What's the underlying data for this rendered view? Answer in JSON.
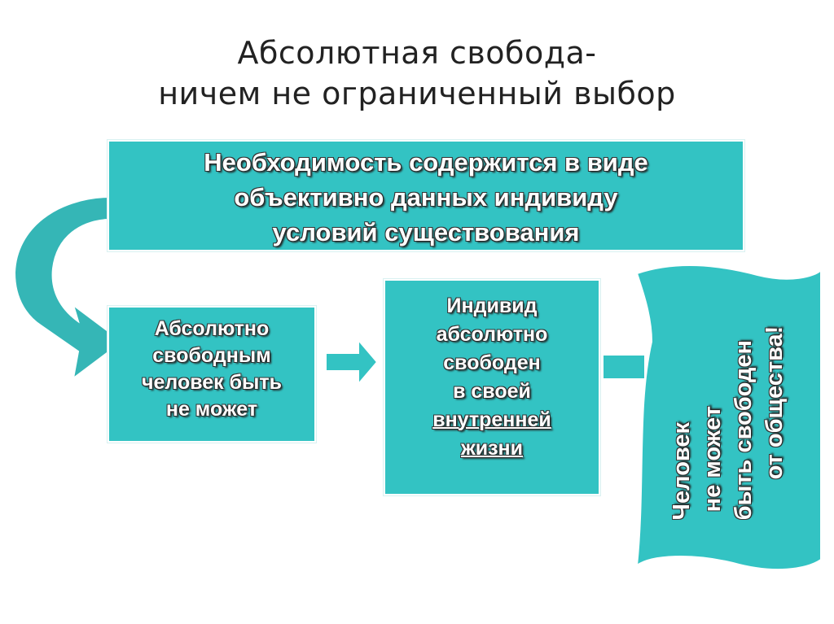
{
  "title": {
    "line1": "Абсолютная свобода-",
    "line2": "ничем не ограниченный выбор"
  },
  "necessity_box": {
    "line1": "Необходимость содержится в виде",
    "line2": "объективно данных индивиду",
    "line3": "условий существования"
  },
  "left_box": {
    "line1": "Абсолютно",
    "line2": "свободным",
    "line3": "человек быть",
    "line4": "не может"
  },
  "middle_box": {
    "line1": "Индивид",
    "line2": "абсолютно",
    "line3": "свободен",
    "line4": "в своей",
    "line5": "внутренней",
    "line6": "жизни"
  },
  "scroll_box": {
    "line1": "Человек",
    "line2": "не может",
    "line3": "быть свободен",
    "line4": "от общества!"
  },
  "colors": {
    "accent": "#33c3c3",
    "curved_arrow": "#35b6b6",
    "text": "#ffffff",
    "title_text": "#222222"
  }
}
